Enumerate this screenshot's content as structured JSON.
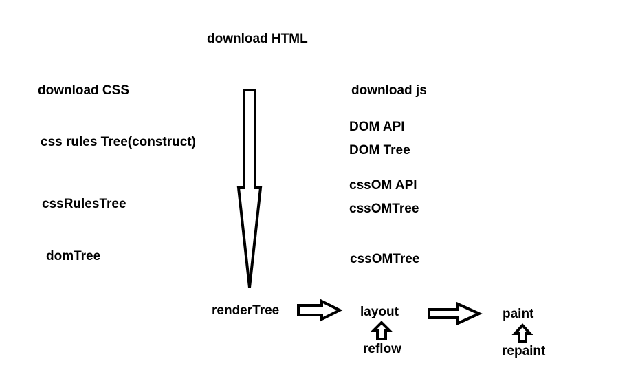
{
  "labels": {
    "download_html": "download HTML",
    "download_css": "download CSS",
    "css_rules_tree_construct": "css rules Tree(construct)",
    "css_rules_tree": "cssRulesTree",
    "dom_tree_left": "domTree",
    "download_js": "download js",
    "dom_api": "DOM API",
    "dom_tree": "DOM Tree",
    "cssom_api": "cssOM API",
    "cssom_tree_1": "cssOMTree",
    "cssom_tree_2": "cssOMTree",
    "render_tree": "renderTree",
    "layout": "layout",
    "reflow": "reflow",
    "paint": "paint",
    "repaint": "repaint"
  },
  "colors": {
    "background": "#ffffff",
    "text": "#000000",
    "arrow_stroke": "#000000",
    "arrow_fill": "#ffffff"
  }
}
